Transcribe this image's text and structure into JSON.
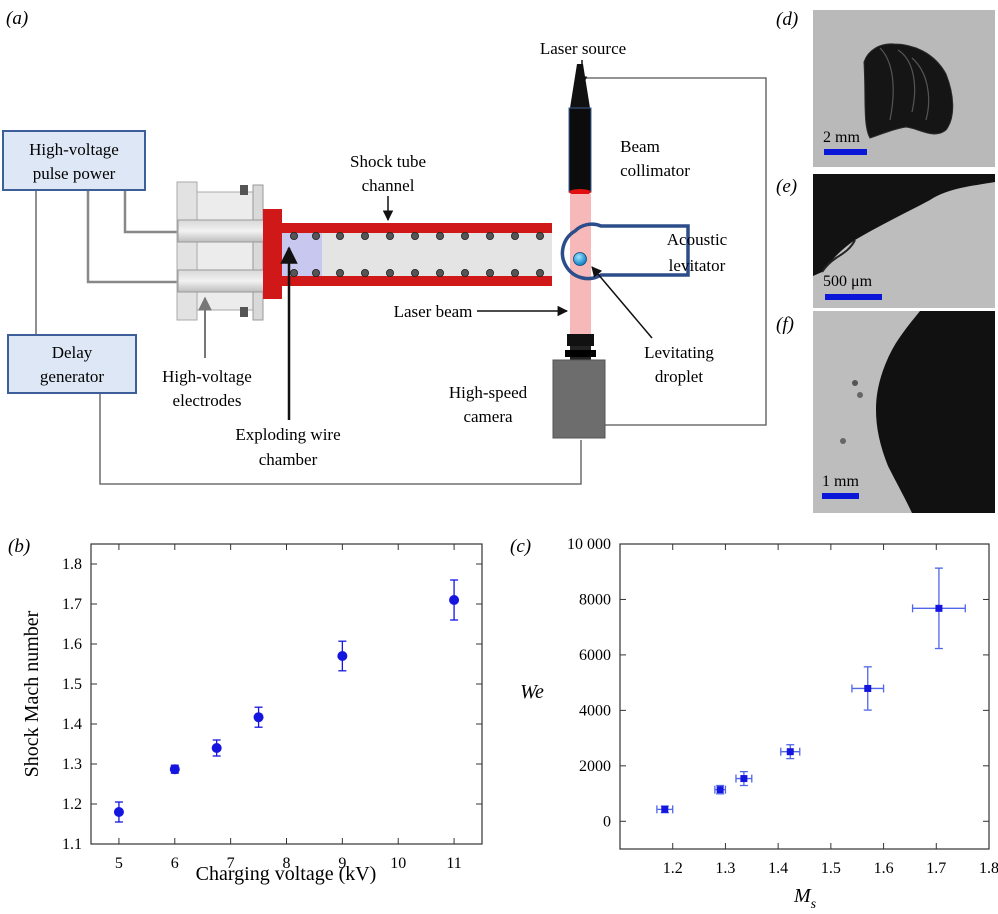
{
  "panel_labels": {
    "a": "(a)",
    "b": "(b)",
    "c": "(c)",
    "d": "(d)",
    "e": "(e)",
    "f": "(f)"
  },
  "schematic": {
    "power_box": [
      "High-voltage",
      "pulse power"
    ],
    "delay_box": [
      "Delay",
      "generator"
    ],
    "electrodes_label": [
      "High-voltage",
      "electrodes"
    ],
    "wire_chamber_label": [
      "Exploding wire",
      "chamber"
    ],
    "shock_tube_label": [
      "Shock tube",
      "channel"
    ],
    "laser_source_label": "Laser source",
    "beam_collimator_label": [
      "Beam",
      "collimator"
    ],
    "acoustic_levitator_label": [
      "Acoustic",
      "levitator"
    ],
    "laser_beam_label": "Laser beam",
    "droplet_label": [
      "Levitating",
      "droplet"
    ],
    "camera_label": [
      "High-speed",
      "camera"
    ]
  },
  "images": {
    "d_scale": "2 mm",
    "e_scale": "500 μm",
    "f_scale": "1 mm"
  },
  "colors": {
    "marker": "#1515e0",
    "errorbar_c": "#4f66e8",
    "tube_red": "#d01818",
    "box_fill": "#dde7f6",
    "box_border": "#3c5f99",
    "laser": "#f6b8b8"
  },
  "chart_data": [
    {
      "id": "b",
      "type": "scatter",
      "xlabel": "Charging voltage (kV)",
      "ylabel": "Shock Mach number",
      "xlim": [
        4.5,
        11.5
      ],
      "ylim": [
        1.1,
        1.85
      ],
      "xticks": [
        5,
        6,
        7,
        8,
        9,
        10,
        11
      ],
      "yticks": [
        1.1,
        1.2,
        1.3,
        1.4,
        1.5,
        1.6,
        1.7,
        1.8
      ],
      "ytick_labels": [
        "1.1",
        "1.2",
        "1.3",
        "1.4",
        "1.5",
        "1.6",
        "1.7",
        "1.8"
      ],
      "points": [
        {
          "x": 5,
          "y": 1.18,
          "yerr": 0.025
        },
        {
          "x": 6,
          "y": 1.287,
          "yerr": 0.01
        },
        {
          "x": 6.75,
          "y": 1.34,
          "yerr": 0.02
        },
        {
          "x": 7.5,
          "y": 1.417,
          "yerr": 0.025
        },
        {
          "x": 9,
          "y": 1.57,
          "yerr": 0.037
        },
        {
          "x": 11,
          "y": 1.71,
          "yerr": 0.05
        }
      ]
    },
    {
      "id": "c",
      "type": "scatter",
      "xlabel_main": "M",
      "xlabel_sub": "s",
      "ylabel": "We",
      "xlim": [
        1.1,
        1.8
      ],
      "ylim": [
        -1000,
        10000
      ],
      "xticks": [
        1.2,
        1.3,
        1.4,
        1.5,
        1.6,
        1.7,
        1.8
      ],
      "yticks": [
        0,
        2000,
        4000,
        6000,
        8000,
        10000
      ],
      "ytick_labels": [
        "0",
        "2000",
        "4000",
        "6000",
        "8000",
        "10 000"
      ],
      "points": [
        {
          "x": 1.185,
          "y": 430,
          "xerr": 0.015,
          "yerr": 120
        },
        {
          "x": 1.29,
          "y": 1140,
          "xerr": 0.01,
          "yerr": 150
        },
        {
          "x": 1.335,
          "y": 1540,
          "xerr": 0.015,
          "yerr": 250
        },
        {
          "x": 1.423,
          "y": 2510,
          "xerr": 0.018,
          "yerr": 250
        },
        {
          "x": 1.57,
          "y": 4790,
          "xerr": 0.03,
          "yerr": 780
        },
        {
          "x": 1.705,
          "y": 7680,
          "xerr": 0.05,
          "yerr": 1450
        }
      ]
    }
  ]
}
